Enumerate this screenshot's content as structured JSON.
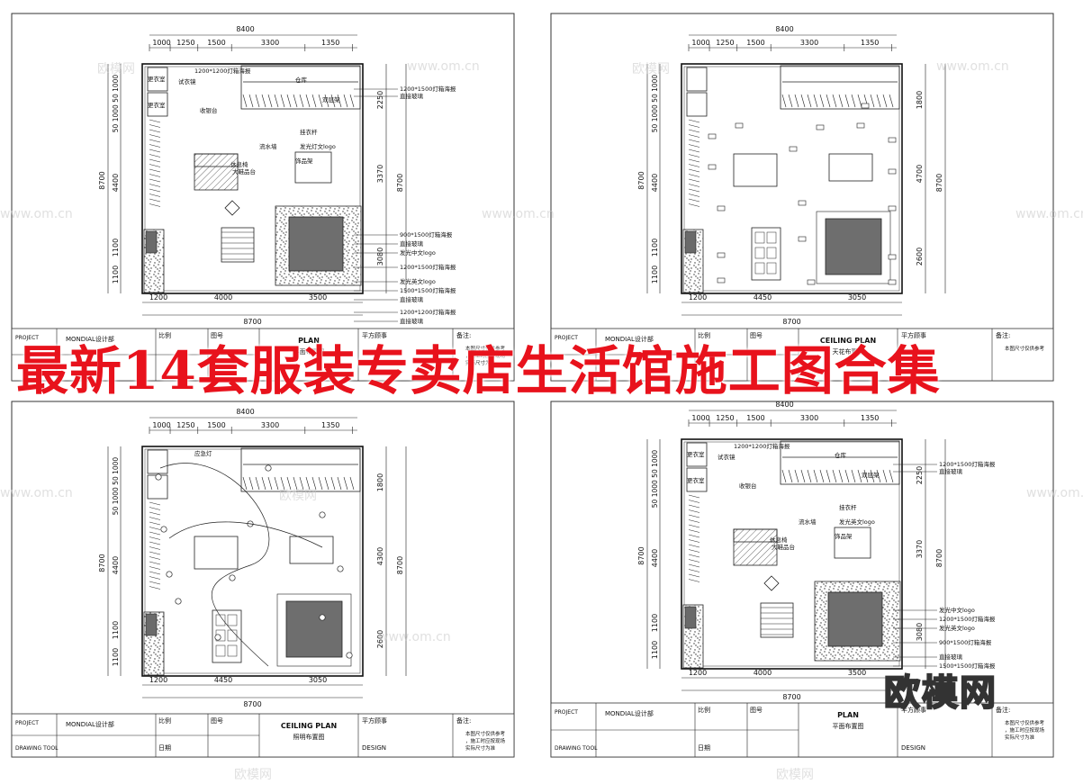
{
  "banner": "最新14套服装专卖店生活馆施工图合集",
  "logo": "欧模网",
  "watermark": {
    "site": "www.om.cn",
    "brand": "欧模网"
  },
  "drawings": [
    {
      "id": "tl",
      "top_dims": [
        "8400",
        "1000",
        "1250",
        "1500",
        "3300",
        "1350"
      ],
      "bottom_dims": [
        "1200",
        "4000",
        "3500",
        "8700"
      ],
      "left_dims": [
        "8700",
        "1100",
        "4400",
        "1100",
        "50 1000 50 1000"
      ],
      "right_dims": [
        "2250",
        "3370",
        "8700",
        "3080"
      ],
      "labels": [
        "1200*1200灯箱海报",
        "更衣室",
        "更衣室",
        "试衣镜",
        "收银台",
        "仓库",
        "双层架",
        "挂衣杆",
        "饰品架",
        "大鞋品台",
        "休息椅",
        "发光灯文logo",
        "流水墙",
        "1200*1500灯箱海报",
        "直接玻璃",
        "900*1500灯箱海报",
        "直接玻璃",
        "发光中文logo",
        "1200*1500灯箱海报",
        "发光英文logo",
        "1500*1500灯箱海报",
        "直接玻璃",
        "1200*1200灯箱海报",
        "直接玻璃"
      ],
      "title_block": {
        "project": "PROJECT",
        "company": "MONDIAL设计部",
        "scale": "比例",
        "drawing_no": "图号",
        "designer": "平方顾事",
        "note": "备注:",
        "note_text": "本图尺寸仅供参考，施工时应按现场实际尺寸为准",
        "title": "PLAN",
        "subtitle": "平面布置图"
      }
    },
    {
      "id": "tr",
      "top_dims": [
        "8400",
        "1000",
        "1250",
        "1500",
        "3300",
        "1350"
      ],
      "bottom_dims": [
        "1200",
        "4450",
        "3050",
        "8700"
      ],
      "left_dims": [
        "8700",
        "1100",
        "4400",
        "1100",
        "50 1000 50 1000"
      ],
      "right_dims": [
        "1800",
        "4700",
        "8700",
        "2600"
      ],
      "labels": [],
      "title_block": {
        "project": "PROJECT",
        "company": "MONDIAL设计部",
        "scale": "比例",
        "drawing_no": "图号",
        "designer": "平方顾事",
        "note": "备注:",
        "note_text": "本图尺寸仅供参考",
        "title": "CEILING PLAN",
        "subtitle": "天花布置图"
      }
    },
    {
      "id": "bl",
      "top_dims": [
        "8400",
        "1000",
        "1250",
        "1500",
        "3300",
        "1350"
      ],
      "bottom_dims": [
        "1200",
        "4450",
        "3050",
        "8700"
      ],
      "left_dims": [
        "8700",
        "1100",
        "4400",
        "1100",
        "50 1000 50 1000"
      ],
      "right_dims": [
        "1800",
        "4300",
        "8700",
        "2600"
      ],
      "labels": [
        "应急灯"
      ],
      "title_block": {
        "project": "PROJECT",
        "company": "MONDIAL设计部",
        "scale": "比例",
        "drawing_no": "图号",
        "designer": "平方顾事",
        "note": "备注:",
        "note_text": "本图尺寸仅供参考，施工时应按现场实际尺寸为准",
        "title": "CEILING PLAN",
        "subtitle": "照明布置图",
        "drawn": "DRAWING TOOL",
        "design": "DESIGN",
        "date": "日期"
      }
    },
    {
      "id": "br",
      "top_dims": [
        "8400",
        "1000",
        "1250",
        "1500",
        "3300",
        "1350"
      ],
      "bottom_dims": [
        "1200",
        "4000",
        "3500",
        "8700"
      ],
      "left_dims": [
        "8700",
        "1100",
        "4400",
        "1100",
        "50 1000 50 1000"
      ],
      "right_dims": [
        "2250",
        "3370",
        "8700",
        "3080"
      ],
      "labels": [
        "1200*1200灯箱海报",
        "更衣室",
        "更衣室",
        "试衣镜",
        "收银台",
        "仓库",
        "双层架",
        "挂衣杆",
        "饰品架",
        "大鞋品台",
        "休息椅",
        "发光英文logo",
        "流水墙",
        "1200*1500灯箱海报",
        "直接玻璃",
        "发光中文logo",
        "1200*1500灯箱海报",
        "发光英文logo",
        "900*1500灯箱海报",
        "直接玻璃",
        "1500*1500灯箱海报"
      ],
      "title_block": {
        "project": "PROJECT",
        "company": "MONDIAL设计部",
        "scale": "比例",
        "drawing_no": "图号",
        "designer": "平方顾事",
        "note": "备注:",
        "note_text": "本图尺寸仅供参考，施工时应按现场实际尺寸为准",
        "title": "PLAN",
        "subtitle": "平面布置图",
        "drawn": "DRAWING TOOL",
        "design": "DESIGN",
        "date": "日期"
      }
    }
  ]
}
